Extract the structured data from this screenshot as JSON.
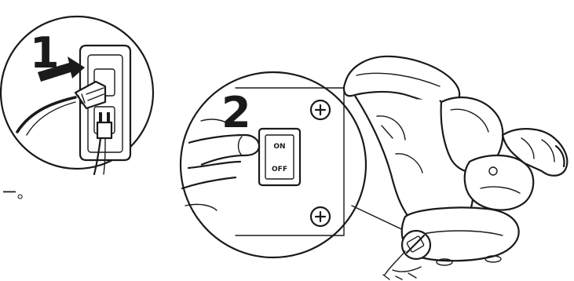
{
  "step_one": {
    "number": "1"
  },
  "step_two": {
    "number": "2"
  },
  "switch": {
    "on_label": "ON",
    "off_label": "OFF"
  },
  "foot_mark": "ー。",
  "colors": {
    "line": "#1a1a1a",
    "background": "#ffffff"
  }
}
